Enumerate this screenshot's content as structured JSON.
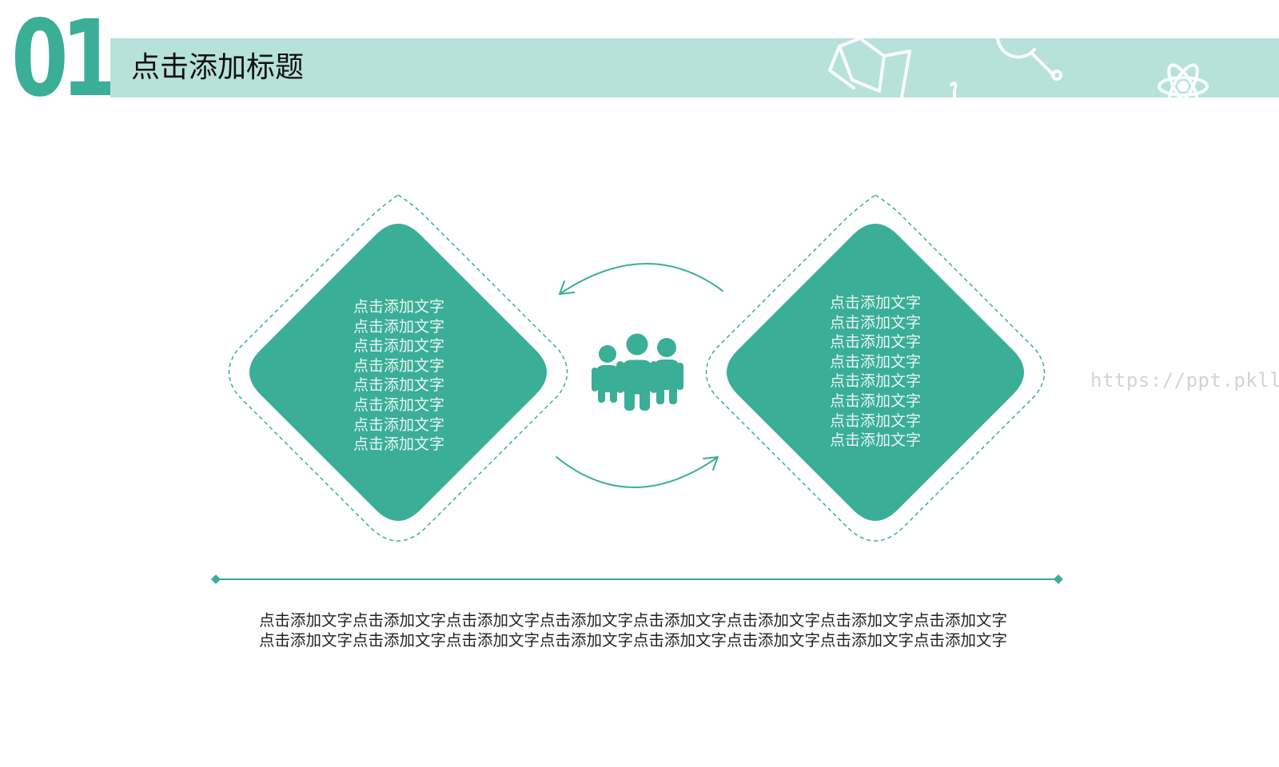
{
  "header": {
    "section_number": "01",
    "title": "点击添加标题"
  },
  "diagram": {
    "left_diamond": {
      "lines": [
        "点击添加文字",
        "点击添加文字",
        "点击添加文字",
        "点击添加文字",
        "点击添加文字",
        "点击添加文字",
        "点击添加文字",
        "点击添加文字"
      ]
    },
    "right_diamond": {
      "lines": [
        "点击添加文字",
        "点击添加文字",
        "点击添加文字",
        "点击添加文字",
        "点击添加文字",
        "点击添加文字",
        "点击添加文字",
        "点击添加文字"
      ]
    },
    "center_icon": "people-group-icon"
  },
  "watermark": "https://ppt.pkll.de",
  "paragraph": {
    "lines": [
      "点击添加文字点击添加文字点击添加文字点击添加文字点击添加文字点击添加文字点击添加文字点击添加文字",
      "点击添加文字点击添加文字点击添加文字点击添加文字点击添加文字点击添加文字点击添加文字点击添加文字"
    ]
  },
  "colors": {
    "accent": "#3aae97",
    "band": "#b6e2d9",
    "diamond_text": "#eaf6f2"
  }
}
